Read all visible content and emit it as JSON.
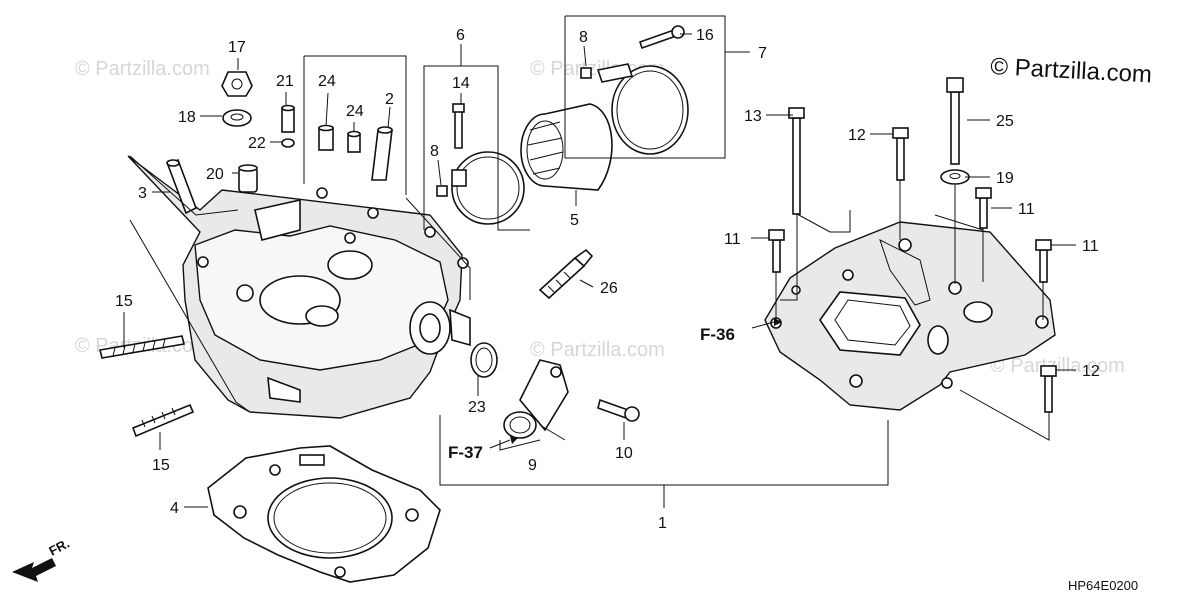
{
  "watermark": {
    "text": "© Partzilla.com",
    "faint_text": "© Partzilla.com"
  },
  "diagram_code": "HP64E0200",
  "front_marker": "FR.",
  "references": {
    "f36": "F-36",
    "f37": "F-37"
  },
  "callouts": {
    "c1": "1",
    "c2": "2",
    "c3": "3",
    "c4": "4",
    "c5": "5",
    "c6": "6",
    "c7": "7",
    "c8a": "8",
    "c8b": "8",
    "c9": "9",
    "c10": "10",
    "c11a": "11",
    "c11b": "11",
    "c11c": "11",
    "c12a": "12",
    "c12b": "12",
    "c13": "13",
    "c14": "14",
    "c15a": "15",
    "c15b": "15",
    "c16": "16",
    "c17": "17",
    "c18": "18",
    "c19": "19",
    "c20": "20",
    "c21": "21",
    "c22": "22",
    "c23": "23",
    "c24a": "24",
    "c24b": "24",
    "c25": "25",
    "c26": "26"
  }
}
